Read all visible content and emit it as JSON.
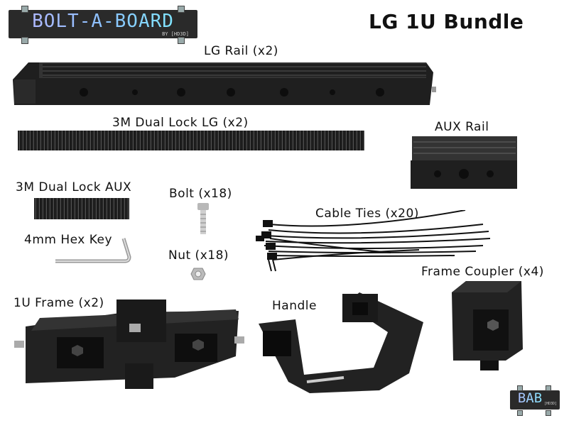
{
  "logo": {
    "main": "BOLT-A-BOARD",
    "by": "BY [HD3D]"
  },
  "title": "LG 1U Bundle",
  "labels": {
    "lg_rail": "LG Rail (x2)",
    "dual_lock_lg": "3M Dual Lock LG (x2)",
    "aux_rail": "AUX Rail",
    "dual_lock_aux": "3M Dual Lock AUX",
    "bolt": "Bolt (x18)",
    "cable_ties": "Cable Ties (x20)",
    "hex_key": "4mm Hex Key",
    "nut": "Nut (x18)",
    "frame_coupler": "Frame Coupler (x4)",
    "frame": "1U Frame (x2)",
    "handle": "Handle"
  },
  "badge": {
    "main": "BAB",
    "sub": "[HD3D]"
  }
}
